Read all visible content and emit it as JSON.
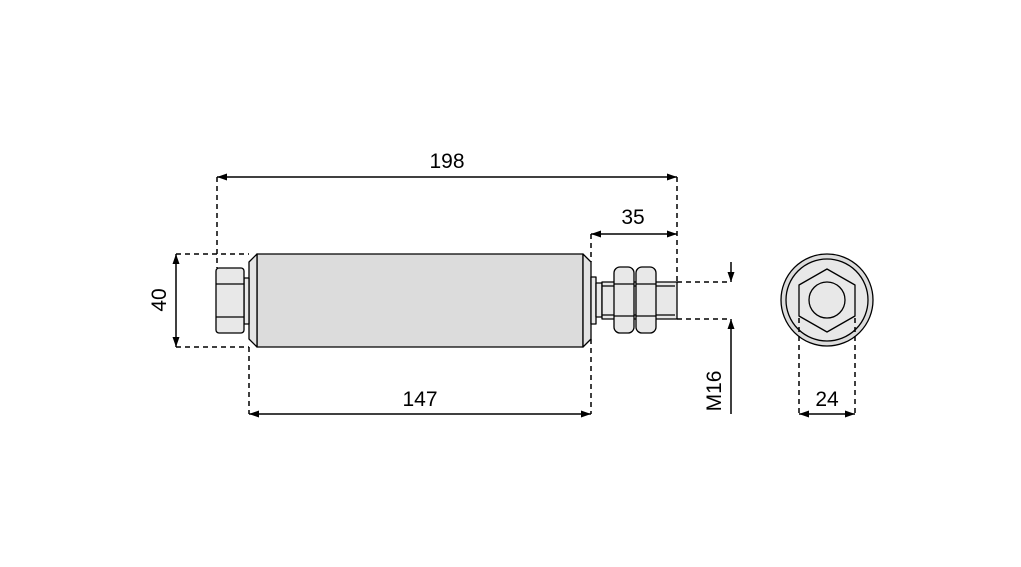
{
  "drawing": {
    "dimensions": {
      "overall_length": "198",
      "thread_length": "35",
      "diameter": "40",
      "body_length": "147",
      "thread_size": "M16",
      "hex_size": "24"
    },
    "colors": {
      "body": "#dcdcdc",
      "parts": "#e8e8e8",
      "line": "#000000"
    }
  }
}
